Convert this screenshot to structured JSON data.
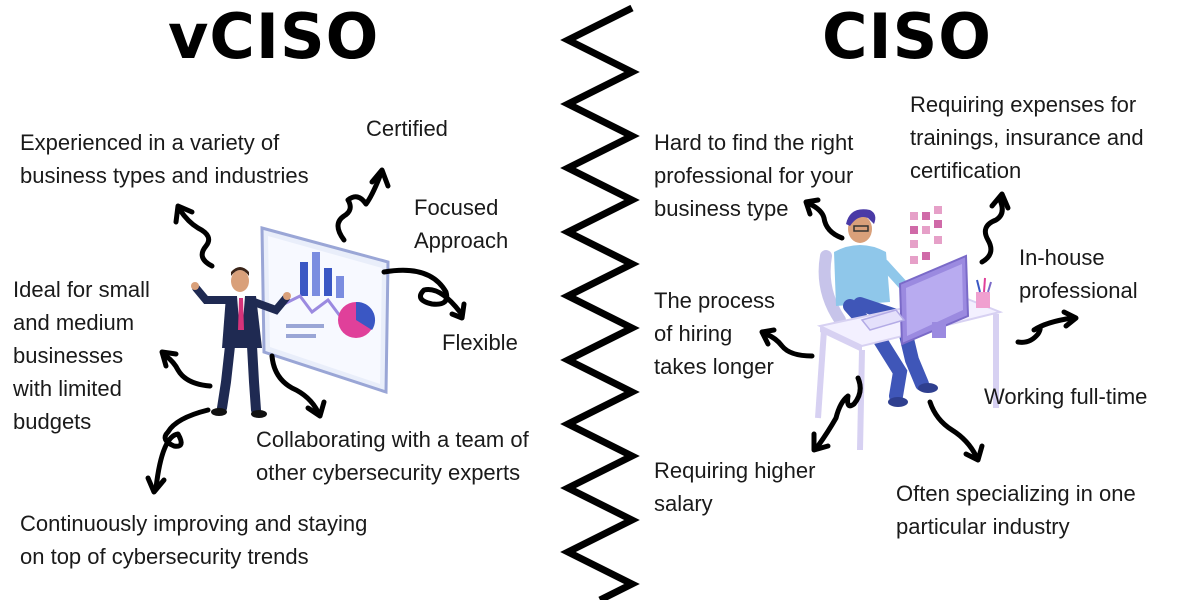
{
  "titles": {
    "left": "vCISO",
    "right": "CISO"
  },
  "vciso": {
    "experienced": [
      "Experienced in a variety of",
      "business types and industries"
    ],
    "certified": [
      "Certified"
    ],
    "focused": [
      "Focused",
      "Approach"
    ],
    "flexible": [
      "Flexible"
    ],
    "ideal": [
      "Ideal for small",
      "and medium",
      "businesses",
      "with limited",
      "budgets"
    ],
    "collaborating": [
      "Collaborating with a team of",
      "other cybersecurity experts"
    ],
    "improving": [
      "Continuously improving and staying",
      "on top of cybersecurity trends"
    ]
  },
  "ciso": {
    "hard_to_find": [
      "Hard to find the right",
      "professional for your",
      "business type"
    ],
    "expenses": [
      "Requiring expenses for",
      "trainings, insurance and",
      "certification"
    ],
    "inhouse": [
      "In-house",
      "professional"
    ],
    "hiring": [
      "The process",
      "of hiring",
      "takes longer"
    ],
    "fulltime": [
      "Working full-time"
    ],
    "salary": [
      "Requiring higher",
      "salary"
    ],
    "specializing": [
      "Often specializing in one",
      "particular industry"
    ]
  },
  "colors": {
    "ink": "#000000",
    "suit": "#1f2a52",
    "tie": "#d6337a",
    "screen_purple": "#9b8ae0",
    "chart_pink": "#e0409a",
    "chart_blue": "#3a57c4"
  }
}
